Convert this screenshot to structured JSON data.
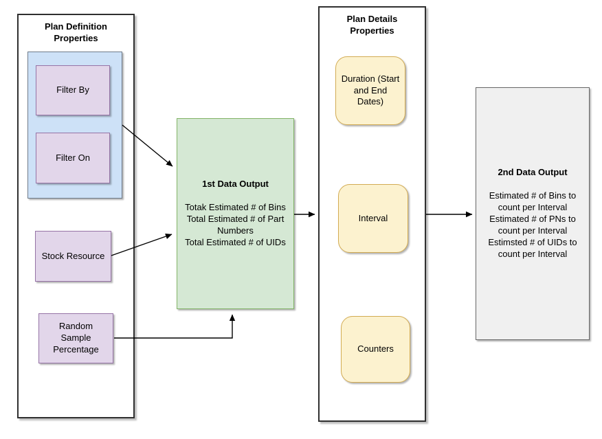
{
  "diagram": {
    "left_panel": {
      "title": "Plan Definition Properties",
      "filter_group": {
        "items": [
          {
            "label": "Filter By"
          },
          {
            "label": "Filter On"
          }
        ]
      },
      "stock_resource_label": "Stock Resource",
      "random_sample_label": "Random Sample Percentage"
    },
    "first_output": {
      "title": "1st Data Output",
      "body": "Totak Estimated # of Bins\nTotal Estimated # of Part Numbers\nTotal Estimated # of UIDs"
    },
    "details_panel": {
      "title": "Plan Details Properties",
      "items": [
        {
          "label": "Duration (Start and End Dates)"
        },
        {
          "label": "Interval"
        },
        {
          "label": "Counters"
        }
      ]
    },
    "second_output": {
      "title": "2nd Data Output",
      "body": "Estimated # of Bins to count per Interval\nEstimated # of PNs to count per Interval\nEstimsted # of UIDs to count per Interval"
    },
    "colors": {
      "panel_fill": "#ffffff",
      "panel_border": "#2f2f2f",
      "group_fill": "#cde1f7",
      "group_border": "#6e7b8a",
      "purple_fill": "#e2d6ea",
      "purple_border": "#9673a6",
      "yellow_fill": "#fcf2cf",
      "yellow_border": "#d2ab52",
      "green_fill": "#d5e8d4",
      "green_border": "#82b366",
      "gray_fill": "#f0f0f0",
      "gray_border": "#666666",
      "arrow": "#000000"
    }
  }
}
